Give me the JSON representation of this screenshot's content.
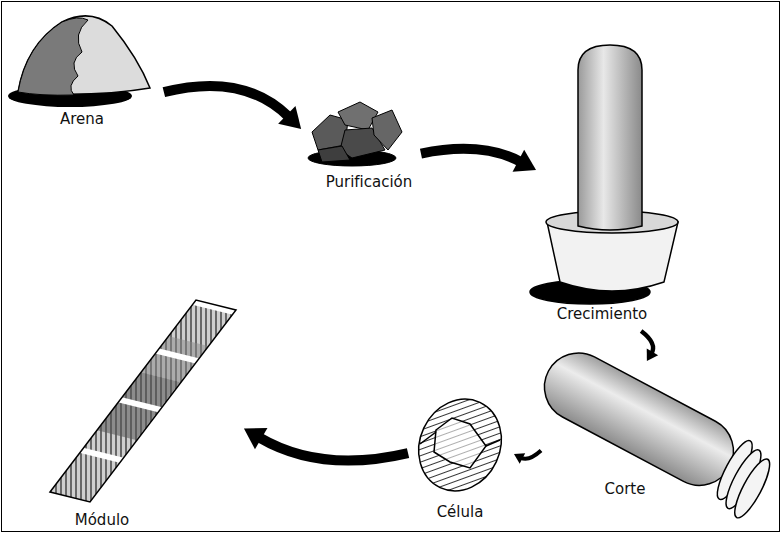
{
  "diagram": {
    "nodes": [
      {
        "text": [
          "Arena"
        ]
      },
      {
        "text": [
          "Purificación"
        ]
      },
      {
        "text": [
          "Crecimiento"
        ]
      },
      {
        "text": [
          "Corte"
        ]
      },
      {
        "text": [
          "Célula"
        ]
      },
      {
        "text": [
          "Módulo"
        ]
      }
    ],
    "edges": [
      {
        "from": 0,
        "to": 1,
        "arrow": "to"
      },
      {
        "from": 1,
        "to": 2,
        "arrow": "to"
      },
      {
        "from": 2,
        "to": 3,
        "arrow": "to"
      },
      {
        "from": 3,
        "to": 4,
        "arrow": "to"
      },
      {
        "from": 4,
        "to": 5,
        "arrow": "to"
      }
    ]
  }
}
